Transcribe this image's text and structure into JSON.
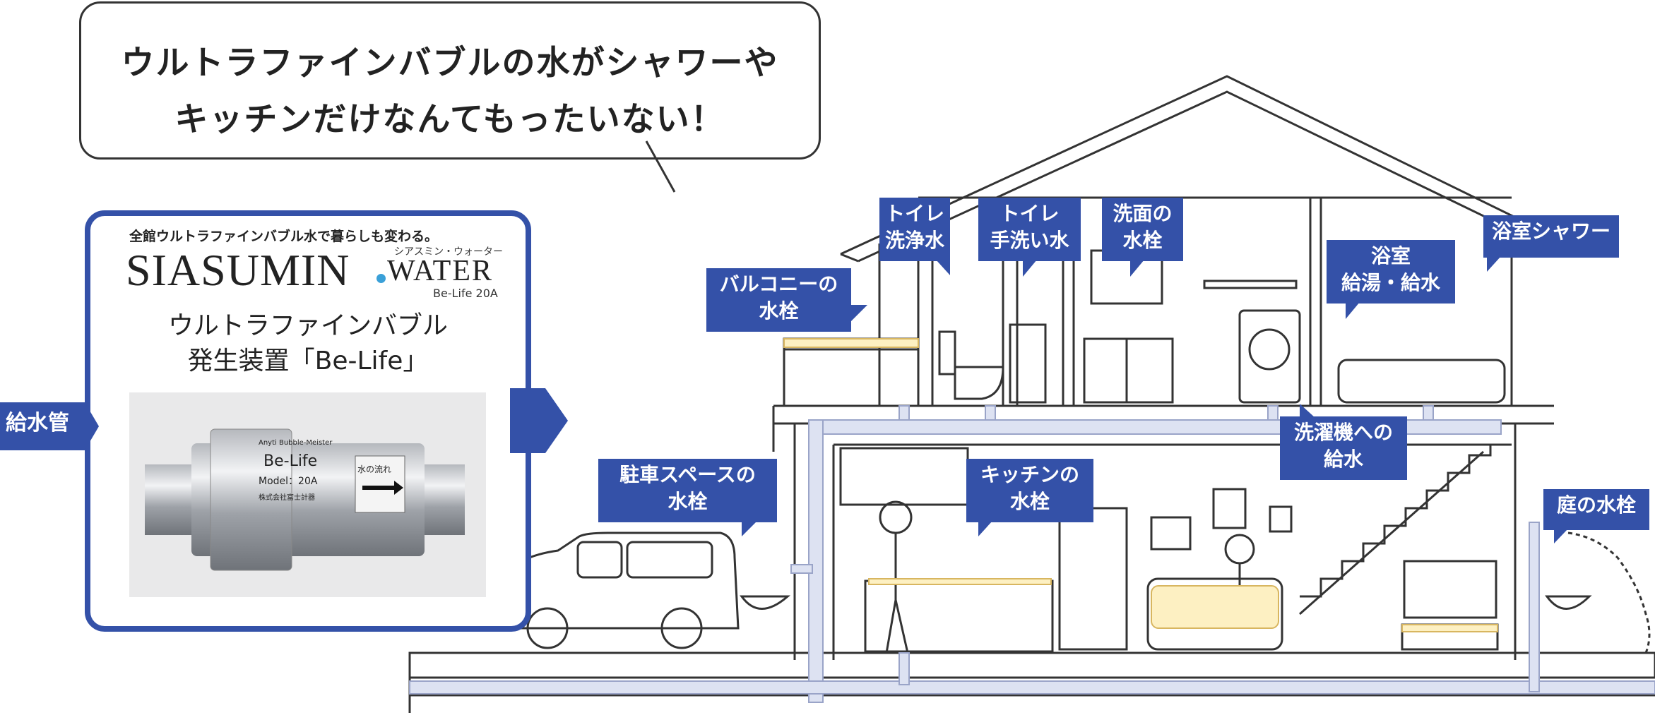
{
  "speech": {
    "line1": "ウルトラファインバブルの水がシャワーや",
    "line2": "キッチンだけなんてもったいない！"
  },
  "product": {
    "tagline": "全館ウルトラファインバブル水で暮らしも変わる。",
    "brand_main": "SIASUMIN",
    "brand_water": "WATER",
    "brand_kana": "シアスミン・ウォーター",
    "model_tag": "Be-Life 20A",
    "name_line1": "ウルトラファインバブル",
    "name_line2": "発生装置「Be-Life」",
    "device": {
      "maker_en": "Anyti Bubble-Meister",
      "product": "Be-Life",
      "model": "Model：20A",
      "maker_jp": "株式会社富士計器",
      "flow_label": "水の流れ"
    }
  },
  "inlet_label": "給水管",
  "colors": {
    "accent": "#3451a8",
    "pipe": "#dde2f2",
    "pipe_edge": "#9aa4c8",
    "line": "#333333"
  },
  "callouts": {
    "toilet_flush": [
      "トイレ",
      "洗浄水"
    ],
    "toilet_hand": [
      "トイレ",
      "手洗い水"
    ],
    "washroom": [
      "洗面の",
      "水栓"
    ],
    "balcony": [
      "バルコニーの",
      "水栓"
    ],
    "bath_supply": [
      "浴室",
      "給湯・給水"
    ],
    "bath_shower": [
      "浴室シャワー"
    ],
    "washer": [
      "洗濯機への",
      "給水"
    ],
    "parking": [
      "駐車スペースの",
      "水栓"
    ],
    "kitchen": [
      "キッチンの",
      "水栓"
    ],
    "garden": [
      "庭の水栓"
    ]
  }
}
